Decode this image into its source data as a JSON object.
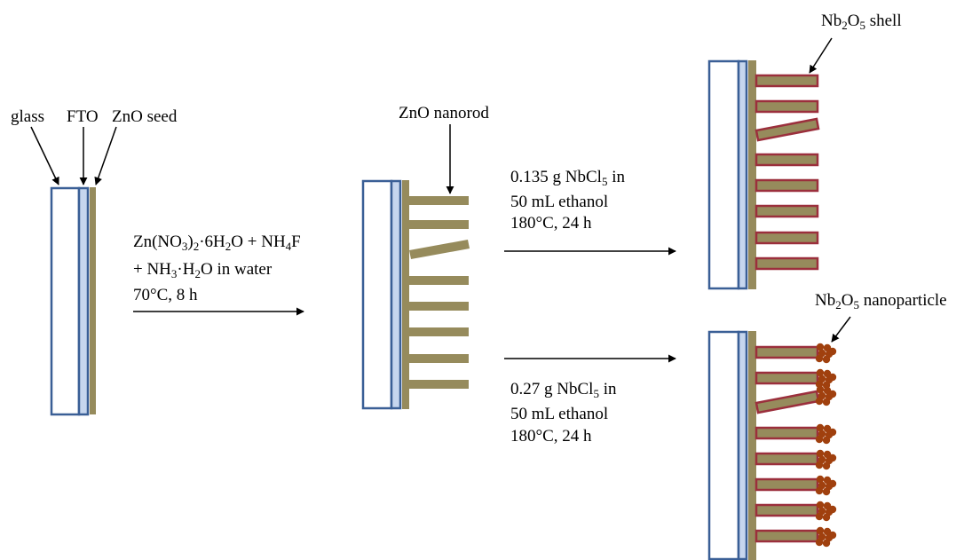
{
  "colors": {
    "glass_border": "#3a5f96",
    "glass_fill": "#ffffff",
    "fto_fill": "#c6d6ee",
    "zno": "#968b5c",
    "shell": "#9b2f3c",
    "nanoparticle": "#a0400e",
    "arrow": "#000000"
  },
  "labels": {
    "glass": "glass",
    "fto": "FTO",
    "zno_seed": "ZnO seed",
    "zno_nanorod": "ZnO nanorod",
    "nb2o5_shell": {
      "a": "Nb",
      "b": "2",
      "c": "O",
      "d": "5",
      "e": " shell"
    },
    "nb2o5_nanoparticle": {
      "a": "Nb",
      "b": "2",
      "c": "O",
      "d": "5",
      "e": " nanoparticle"
    }
  },
  "step1": {
    "l1": {
      "a": "Zn(NO",
      "b": "3",
      "c": ")",
      "d": "2",
      "e": "·6H",
      "f": "2",
      "g": "O + NH",
      "h": "4",
      "i": "F"
    },
    "l2": {
      "a": "+ NH",
      "b": "3",
      "c": "·H",
      "d": "2",
      "e": "O in water"
    },
    "l3": "70°C, 8 h"
  },
  "step2a": {
    "l1": {
      "a": "0.135 g NbCl",
      "b": "5",
      "c": " in"
    },
    "l2": "50 mL ethanol",
    "l3": "180°C, 24 h"
  },
  "step2b": {
    "l1": {
      "a": "0.27 g NbCl",
      "b": "5",
      "c": " in"
    },
    "l2": "50 mL ethanol",
    "l3": "180°C, 24 h"
  }
}
